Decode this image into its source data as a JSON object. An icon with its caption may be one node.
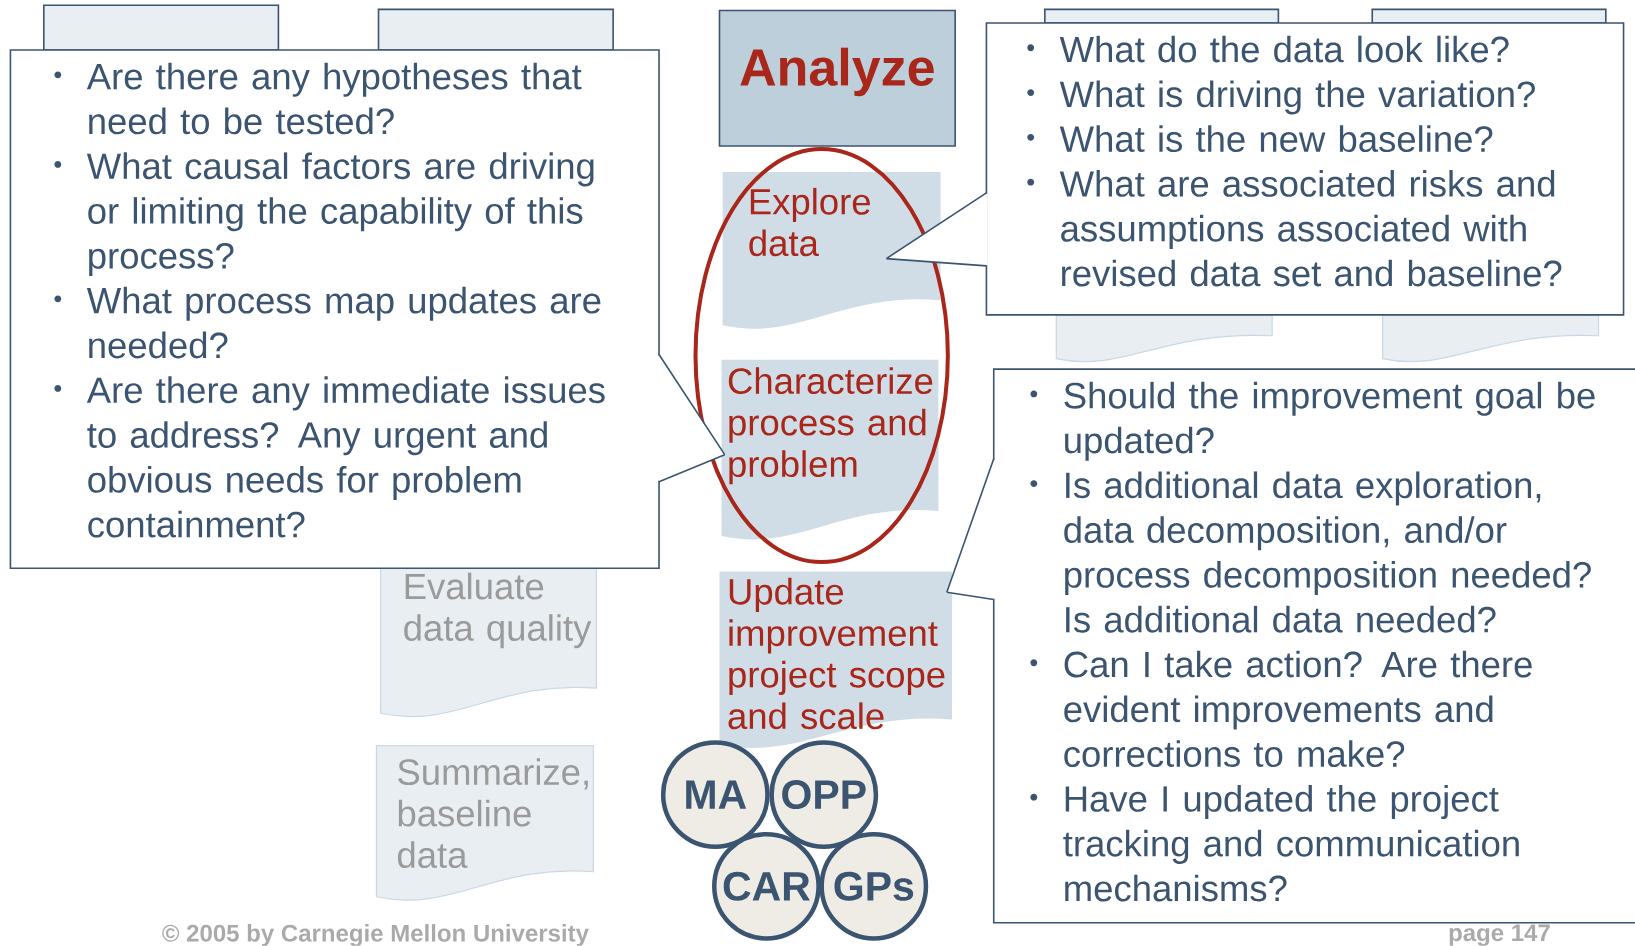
{
  "diagram": {
    "nodes": [
      {
        "text": [],
        "shape": "box"
      },
      {
        "text": [],
        "shape": "box"
      },
      {
        "text": [
          "Analyze"
        ]
      },
      {
        "text": [],
        "shape": "box"
      },
      {
        "text": [],
        "shape": "box"
      },
      {
        "text": [
          "Are there any hypotheses that need to be tested?",
          "What causal factors are driving or limiting the capability of this process?",
          "What process map updates are needed?",
          "Are there any immediate issues to address? Any urgent and obvious needs for problem containment?"
        ]
      },
      {
        "text": [
          "What do the data look like?",
          "What is driving the variation?",
          "What is the new baseline?",
          "What are associated risks and assumptions associated with revised data set and baseline?"
        ]
      },
      {
        "text": [
          "Explore data"
        ]
      },
      {
        "text": [],
        "shape": "box"
      },
      {
        "text": [],
        "shape": "box"
      },
      {
        "text": [
          "Characterize process and problem"
        ]
      },
      {
        "text": [
          "Should the improvement goal be updated?",
          "Is additional data exploration, data decomposition, and/or process decomposition needed? Is additional data needed?",
          "Can I take action? Are there evident improvements and corrections to make?",
          "Have I updated the project tracking and communication mechanisms?"
        ]
      },
      {
        "text": [
          "Evaluate data quality"
        ]
      },
      {
        "text": [
          "Update improvement project scope and scale"
        ]
      },
      {
        "text": [
          "Summarize, baseline data"
        ]
      },
      {
        "text": [
          "MA"
        ]
      },
      {
        "text": [
          "OPP"
        ]
      },
      {
        "text": [
          "CAR"
        ]
      },
      {
        "text": [
          "GPs"
        ]
      }
    ],
    "edges": [
      {
        "from": 5,
        "to": 10,
        "arrow": "none"
      },
      {
        "from": 6,
        "to": 7,
        "arrow": "none"
      },
      {
        "from": 11,
        "to": 13,
        "arrow": "none"
      }
    ],
    "labels": [
      "© 2005 by Carnegie Mellon University",
      "page 147"
    ]
  }
}
